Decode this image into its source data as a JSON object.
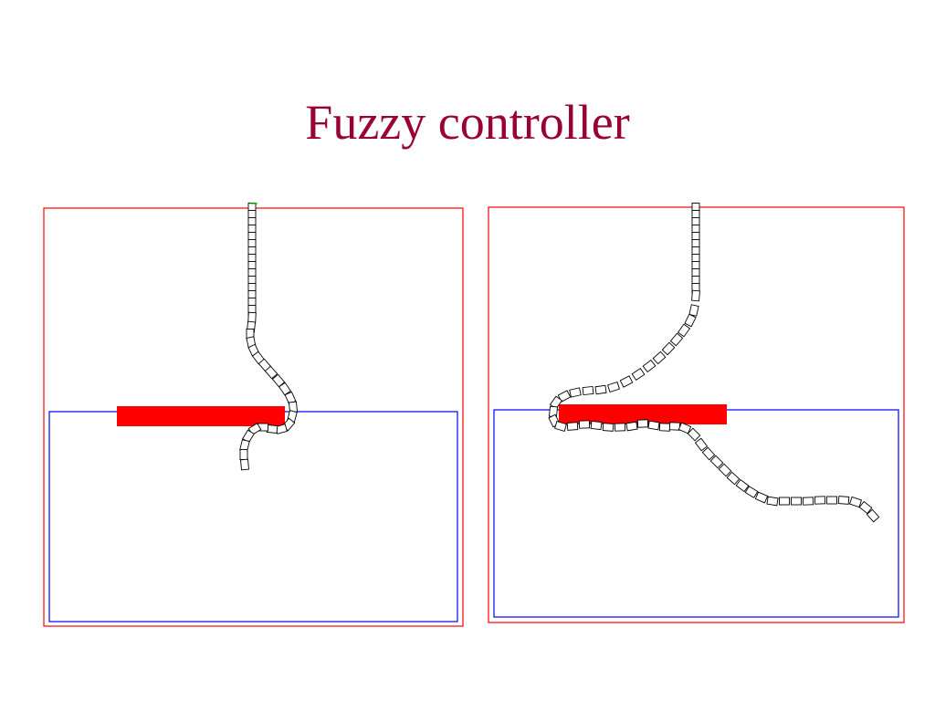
{
  "slide": {
    "title": "Fuzzy controller",
    "colors": {
      "title": "#990033",
      "outer_frame": "#ff0000",
      "inner_region": "#0000ff",
      "obstacle": "#ff0000",
      "vehicle_outline": "#000000",
      "start_marker": "#00cc00"
    }
  },
  "panels": [
    {
      "name": "left-simulation"
    },
    {
      "name": "right-simulation"
    }
  ]
}
